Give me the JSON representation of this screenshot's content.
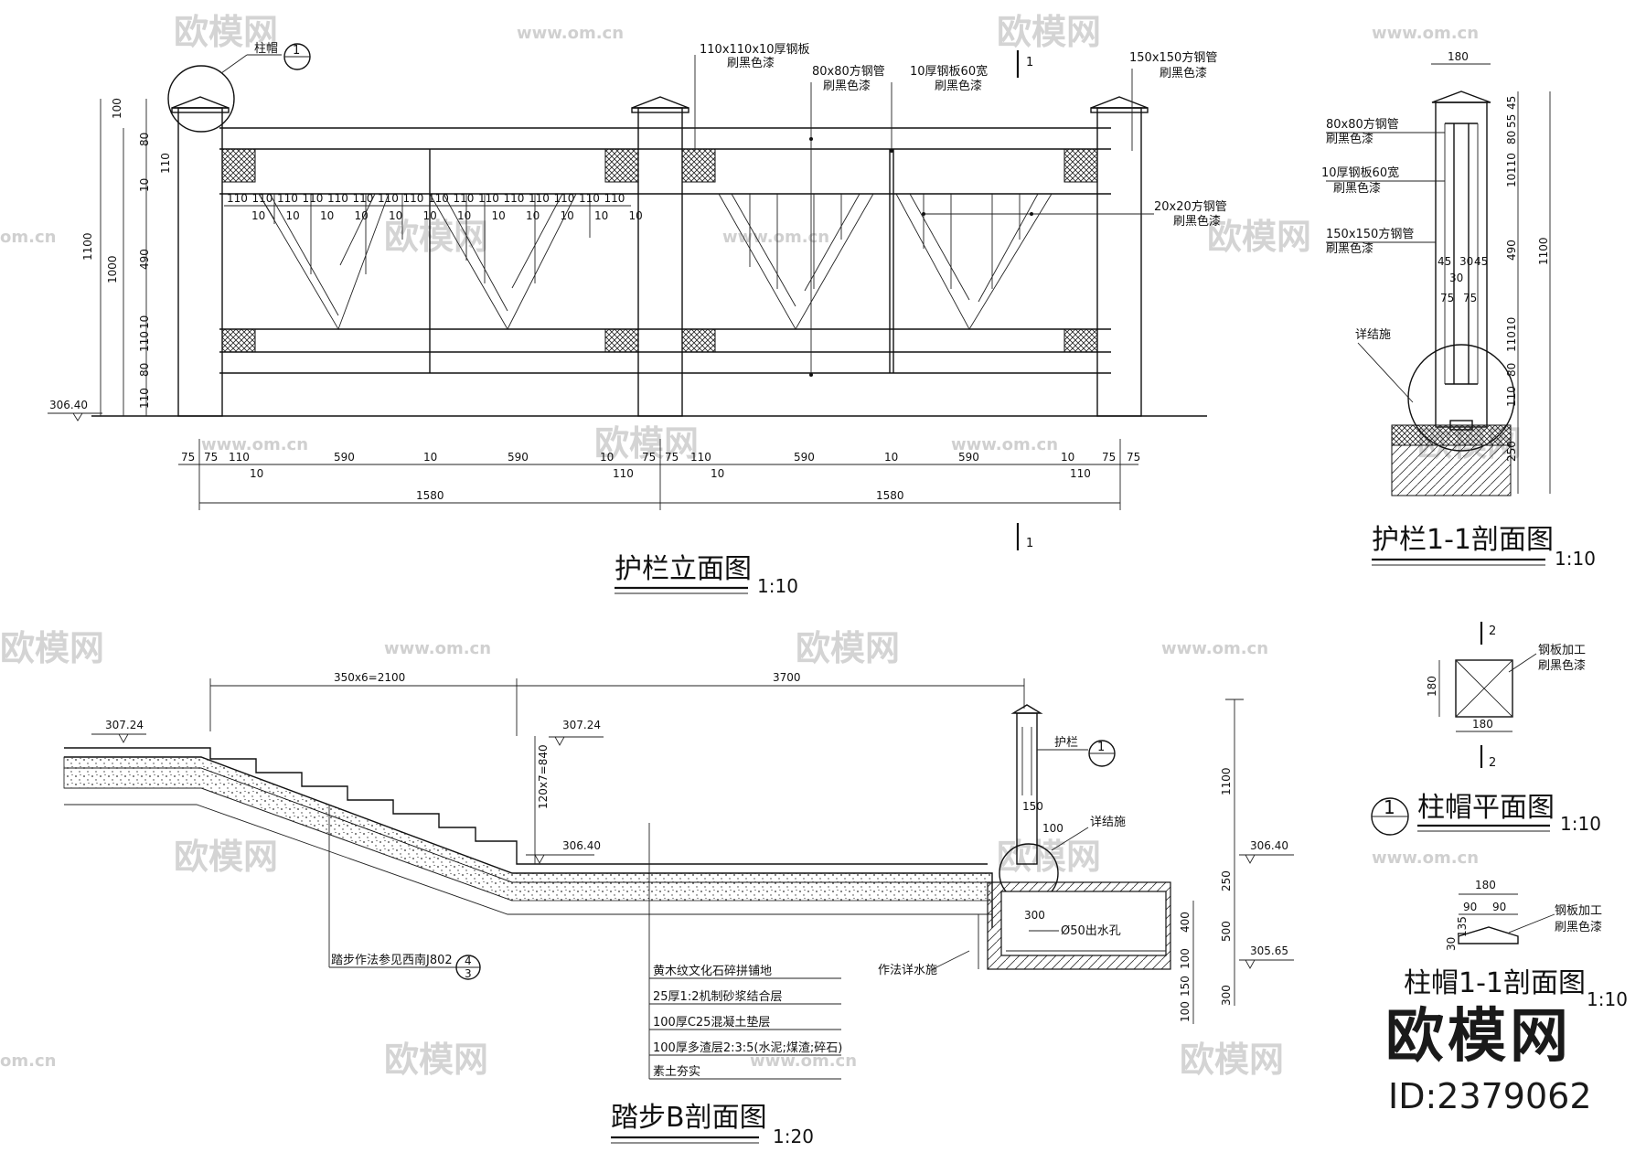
{
  "drawings": {
    "elevation": {
      "title": "护栏立面图",
      "scale": "1:10",
      "callout_cap": "柱帽",
      "callout_cap_ref": "1",
      "section_mark": "1",
      "annotations": {
        "steel_plate": "110x110x10厚钢板",
        "steel_plate_paint": "刷黑色漆",
        "tube80": "80x80方钢管",
        "tube80_paint": "刷黑色漆",
        "plate60": "10厚钢板60宽",
        "plate60_paint": "刷黑色漆",
        "tube150": "150x150方钢管",
        "tube150_paint": "刷黑色漆",
        "tube20": "20x20方钢管",
        "tube20_paint": "刷黑色漆"
      },
      "elevation_mark": "306.40",
      "left_dims": [
        "1100",
        "1000",
        "100",
        "80",
        "110",
        "10",
        "490",
        "10",
        "110",
        "80",
        "110"
      ],
      "top_dims": [
        "110",
        "110",
        "110",
        "110",
        "110",
        "110",
        "110",
        "110",
        "110",
        "110",
        "110",
        "110",
        "110",
        "110",
        "110",
        "110",
        "10",
        "10",
        "10",
        "10",
        "10",
        "10",
        "10",
        "10",
        "10",
        "10",
        "10",
        "10"
      ],
      "bottom_dims_row1": [
        "75",
        "75",
        "110",
        "590",
        "10",
        "590",
        "10",
        "75",
        "75",
        "110",
        "590",
        "10",
        "590",
        "10",
        "75",
        "75"
      ],
      "bottom_dims_row2": [
        "10",
        "110",
        "10",
        "110"
      ],
      "span1": "1580",
      "span2": "1580"
    },
    "section11": {
      "title": "护栏1-1剖面图",
      "scale": "1:10",
      "top_dim": "180",
      "notes": [
        "80x80方钢管",
        "刷黑色漆",
        "10厚钢板60宽",
        "刷黑色漆",
        "150x150方钢管",
        "刷黑色漆",
        "详结施"
      ],
      "mid_dims": [
        "45",
        "30",
        "45",
        "30",
        "75",
        "75"
      ],
      "right_dims": [
        "45",
        "55",
        "80",
        "110",
        "10",
        "490",
        "10",
        "110",
        "80",
        "110",
        "250"
      ],
      "total": "1100"
    },
    "cap_plan": {
      "title": "柱帽平面图",
      "ref": "1",
      "scale": "1:10",
      "mark": "2",
      "dims": [
        "180",
        "180"
      ],
      "notes": [
        "钢板加工",
        "刷黑色漆"
      ]
    },
    "cap_section": {
      "title": "柱帽1-1剖面图",
      "scale": "1:10",
      "dims": [
        "180",
        "90",
        "90",
        "30",
        "135"
      ],
      "notes": [
        "钢板加工",
        "刷黑色漆"
      ]
    },
    "step_section": {
      "title": "踏步B剖面图",
      "scale": "1:20",
      "dims": {
        "steps": "350x6=2100",
        "length": "3700",
        "rise": "120x7=840",
        "h1100": "1100",
        "h250": "250",
        "h500": "500",
        "h400": "400",
        "h100a": "100",
        "h150": "150",
        "h100b": "100",
        "h300": "300",
        "w150": "150",
        "w100": "100",
        "w300": "300"
      },
      "elevations": [
        "307.24",
        "307.24",
        "306.40",
        "306.40",
        "305.65"
      ],
      "notes": {
        "rail": "护栏",
        "rail_ref": "1",
        "detail": "详结施",
        "outlet": "Ø50出水孔",
        "water": "作法详水施",
        "step_ref": "踏步作法参见西南J802",
        "step_ref_num": "4",
        "step_ref_den": "3"
      },
      "layers": [
        "黄木纹文化石碎拼铺地",
        "25厚1:2机制砂浆结合层",
        "100厚C25混凝土垫层",
        "100厚多渣层2:3:5(水泥;煤渣;碎石)",
        "素土夯实"
      ]
    }
  },
  "watermarks": {
    "brand": "欧模网",
    "url": "www.om.cn",
    "url_short": "om.cn",
    "logo": "欧模网",
    "logo_id": "ID:2379062"
  }
}
